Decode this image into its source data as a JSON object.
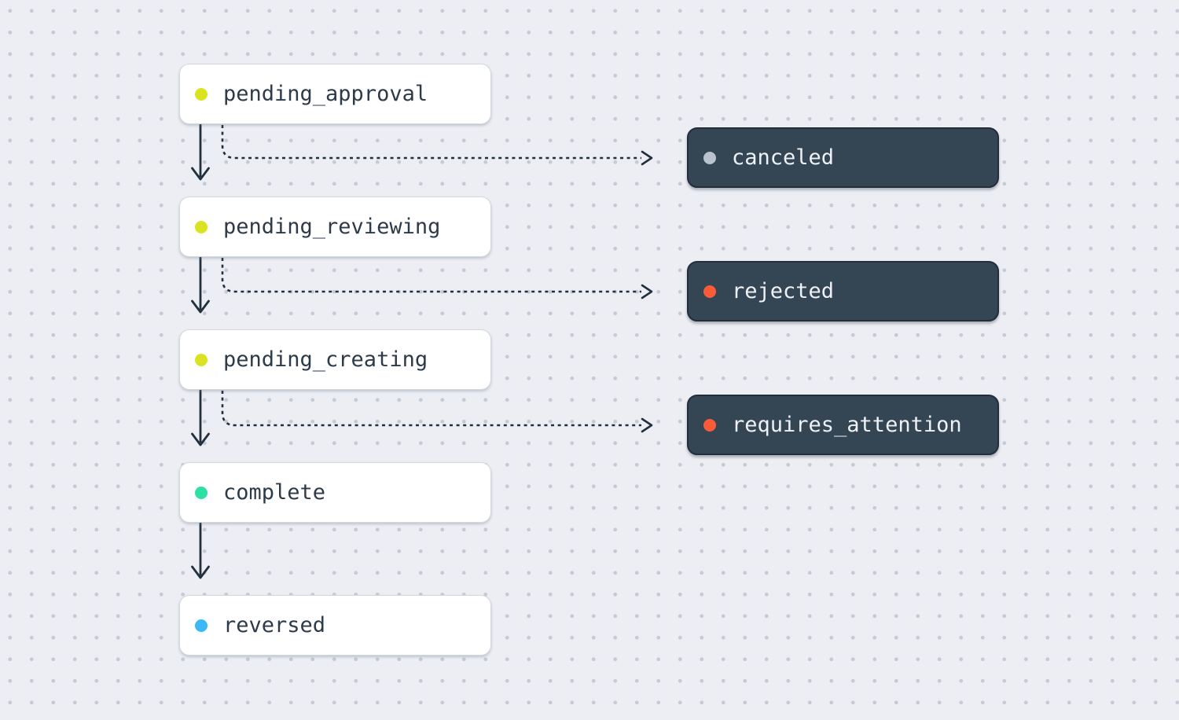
{
  "diagram_type": "state-flow",
  "states": [
    {
      "label": "pending_approval",
      "dot_color": "#d9e321",
      "variant": "light"
    },
    {
      "label": "pending_reviewing",
      "dot_color": "#d9e321",
      "variant": "light"
    },
    {
      "label": "pending_creating",
      "dot_color": "#d9e321",
      "variant": "light"
    },
    {
      "label": "complete",
      "dot_color": "#2fe0a4",
      "variant": "light"
    },
    {
      "label": "reversed",
      "dot_color": "#3eb7f7",
      "variant": "light"
    }
  ],
  "terminals": [
    {
      "label": "canceled",
      "dot_color": "#b9c3cd",
      "variant": "dark"
    },
    {
      "label": "rejected",
      "dot_color": "#fb5b36",
      "variant": "dark"
    },
    {
      "label": "requires_attention",
      "dot_color": "#fb5b36",
      "variant": "dark"
    }
  ],
  "edges": {
    "solid": [
      {
        "from": "pending_approval",
        "to": "pending_reviewing"
      },
      {
        "from": "pending_reviewing",
        "to": "pending_creating"
      },
      {
        "from": "pending_creating",
        "to": "complete"
      },
      {
        "from": "complete",
        "to": "reversed"
      }
    ],
    "dashed": [
      {
        "from": "pending_approval",
        "to": "canceled"
      },
      {
        "from": "pending_reviewing",
        "to": "rejected"
      },
      {
        "from": "pending_creating",
        "to": "requires_attention"
      }
    ]
  },
  "colors": {
    "canvas_bg": "#eceef3",
    "grid_dot": "#c6cad4",
    "card_light_bg": "#ffffff",
    "card_dark_bg": "#344554",
    "text_on_light": "#2c3a49",
    "text_on_dark": "#eef2f6",
    "edge_stroke": "#22303e"
  }
}
